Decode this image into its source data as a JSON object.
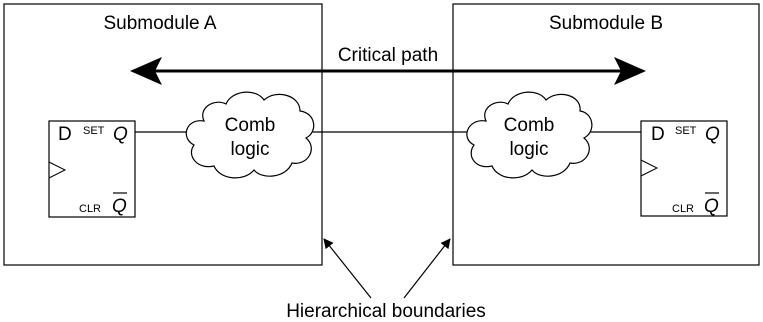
{
  "submodules": {
    "a": {
      "title": "Submodule A"
    },
    "b": {
      "title": "Submodule B"
    }
  },
  "critical_path": {
    "label": "Critical path"
  },
  "flipflops": {
    "a": {
      "d": "D",
      "set": "SET",
      "q": "Q",
      "clr": "CLR",
      "qbar": "Q"
    },
    "b": {
      "d": "D",
      "set": "SET",
      "q": "Q",
      "clr": "CLR",
      "qbar": "Q"
    }
  },
  "clouds": {
    "a": {
      "line1": "Comb",
      "line2": "logic"
    },
    "b": {
      "line1": "Comb",
      "line2": "logic"
    }
  },
  "boundaries": {
    "label": "Hierarchical boundaries"
  }
}
